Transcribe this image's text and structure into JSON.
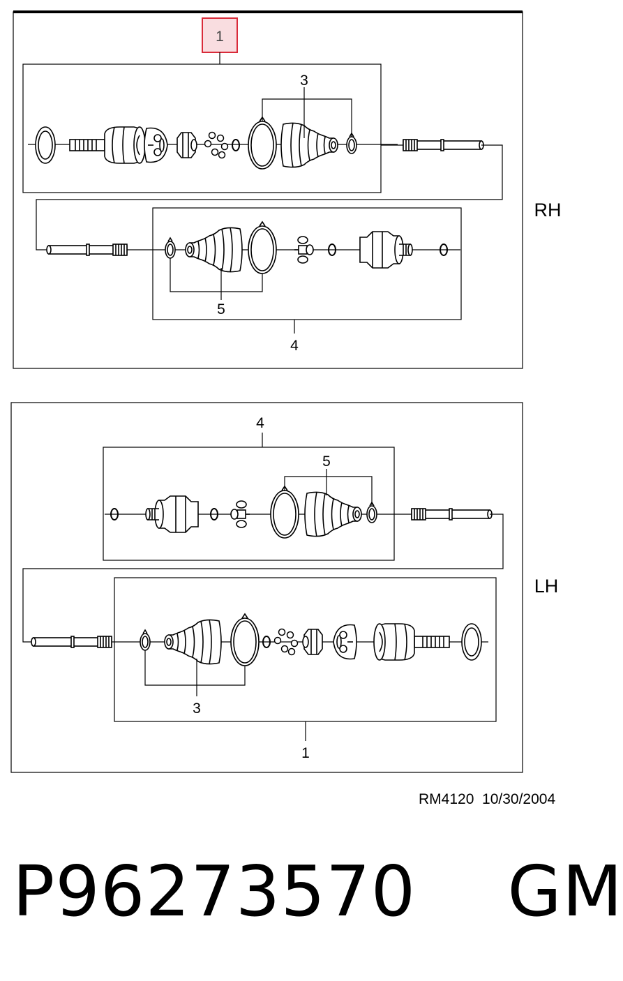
{
  "diagram": {
    "rh": {
      "side_label": "RH",
      "callouts": {
        "assembly": "1",
        "outer_boot_kit": "3",
        "inner_joint": "4",
        "inner_boot_kit": "5"
      }
    },
    "lh": {
      "side_label": "LH",
      "callouts": {
        "assembly": "1",
        "outer_boot_kit": "3",
        "inner_joint": "4",
        "inner_boot_kit": "5"
      }
    },
    "highlight_color": "#d92b3a",
    "highlight_fill": "#f9dde0"
  },
  "footer": {
    "reference": "RM4120  10/30/2004",
    "part_number": "P96273570    GM"
  }
}
